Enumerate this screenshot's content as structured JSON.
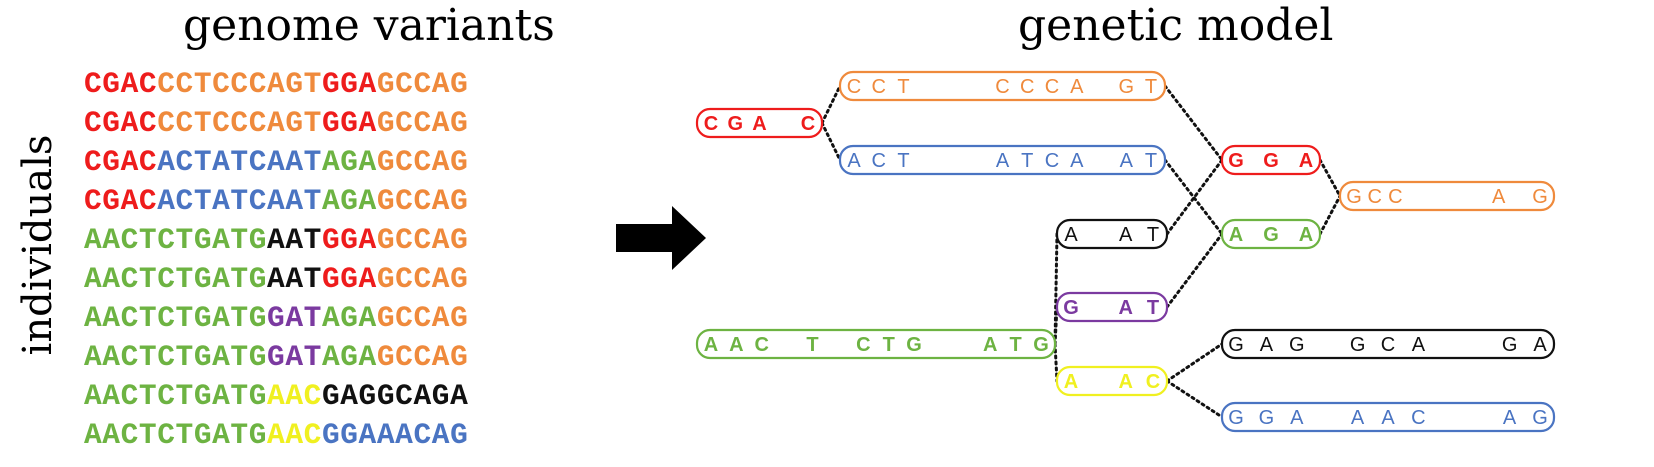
{
  "left_title": "genome variants",
  "right_title": "genetic model",
  "axis_label": "individuals",
  "colors": {
    "red": "#ee1c1c",
    "orange": "#ef8a3c",
    "blue": "#4a74c2",
    "green": "#6db342",
    "black": "#111111",
    "purple": "#7b3aa0",
    "yellow": "#f0f020"
  },
  "sequences": [
    [
      [
        "CGAC",
        "red"
      ],
      [
        "CCTCCCAGT",
        "orange"
      ],
      [
        "GGA",
        "red"
      ],
      [
        "GCCAG",
        "orange"
      ]
    ],
    [
      [
        "CGAC",
        "red"
      ],
      [
        "CCTCCCAGT",
        "orange"
      ],
      [
        "GGA",
        "red"
      ],
      [
        "GCCAG",
        "orange"
      ]
    ],
    [
      [
        "CGAC",
        "red"
      ],
      [
        "ACTATCAAT",
        "blue"
      ],
      [
        "AGA",
        "green"
      ],
      [
        "GCCAG",
        "orange"
      ]
    ],
    [
      [
        "CGAC",
        "red"
      ],
      [
        "ACTATCAAT",
        "blue"
      ],
      [
        "AGA",
        "green"
      ],
      [
        "GCCAG",
        "orange"
      ]
    ],
    [
      [
        "AACTCTGATG",
        "green"
      ],
      [
        "AAT",
        "black"
      ],
      [
        "GGA",
        "red"
      ],
      [
        "GCCAG",
        "orange"
      ]
    ],
    [
      [
        "AACTCTGATG",
        "green"
      ],
      [
        "AAT",
        "black"
      ],
      [
        "GGA",
        "red"
      ],
      [
        "GCCAG",
        "orange"
      ]
    ],
    [
      [
        "AACTCTGATG",
        "green"
      ],
      [
        "GAT",
        "purple"
      ],
      [
        "AGA",
        "green"
      ],
      [
        "GCCAG",
        "orange"
      ]
    ],
    [
      [
        "AACTCTGATG",
        "green"
      ],
      [
        "GAT",
        "purple"
      ],
      [
        "AGA",
        "green"
      ],
      [
        "GCCAG",
        "orange"
      ]
    ],
    [
      [
        "AACTCTGATG",
        "green"
      ],
      [
        "AAC",
        "yellow"
      ],
      [
        "GAGGCAGA",
        "black"
      ]
    ],
    [
      [
        "AACTCTGATG",
        "green"
      ],
      [
        "AAC",
        "yellow"
      ],
      [
        "GGAAACAG",
        "blue"
      ]
    ]
  ],
  "blocks": [
    {
      "id": "cgac",
      "color": "red",
      "bold": true,
      "letters": [
        "C",
        "G",
        "A",
        "",
        "C"
      ]
    },
    {
      "id": "cct",
      "color": "orange",
      "bold": false,
      "letters": [
        "C",
        "C",
        "T",
        "",
        "",
        "",
        "C",
        "C",
        "C",
        "A",
        "",
        "G",
        "T"
      ]
    },
    {
      "id": "act",
      "color": "blue",
      "bold": false,
      "letters": [
        "A",
        "C",
        "T",
        "",
        "",
        "",
        "A",
        "T",
        "C",
        "A",
        "",
        "A",
        "T"
      ]
    },
    {
      "id": "gga",
      "color": "red",
      "bold": true,
      "letters": [
        "G",
        "G",
        "A"
      ]
    },
    {
      "id": "gcc",
      "color": "orange",
      "bold": false,
      "letters": [
        "G",
        "C",
        "C",
        "",
        "",
        "",
        "",
        "A",
        "",
        "G"
      ]
    },
    {
      "id": "aat",
      "color": "black",
      "bold": false,
      "letters": [
        "A",
        "",
        "A",
        "T"
      ]
    },
    {
      "id": "aga",
      "color": "green",
      "bold": true,
      "letters": [
        "A",
        "G",
        "A"
      ]
    },
    {
      "id": "gat",
      "color": "purple",
      "bold": true,
      "letters": [
        "G",
        "",
        "A",
        "T"
      ]
    },
    {
      "id": "aact",
      "color": "green",
      "bold": true,
      "letters": [
        "A",
        "A",
        "C",
        "",
        "T",
        "",
        "C",
        "T",
        "G",
        "",
        "",
        "A",
        "T",
        "G"
      ]
    },
    {
      "id": "aac",
      "color": "yellow",
      "bold": true,
      "letters": [
        "A",
        "",
        "A",
        "C"
      ]
    },
    {
      "id": "gag",
      "color": "black",
      "bold": false,
      "letters": [
        "G",
        "A",
        "G",
        "",
        "G",
        "C",
        "A",
        "",
        "",
        "G",
        "A"
      ]
    },
    {
      "id": "gga2",
      "color": "blue",
      "bold": false,
      "letters": [
        "G",
        "G",
        "A",
        "",
        "A",
        "A",
        "C",
        "",
        "",
        "A",
        "G"
      ]
    }
  ],
  "edges": [
    [
      "cgac",
      "cct"
    ],
    [
      "cgac",
      "act"
    ],
    [
      "cct",
      "gga"
    ],
    [
      "act",
      "aga"
    ],
    [
      "aat",
      "gga"
    ],
    [
      "gat",
      "aga"
    ],
    [
      "gga",
      "gcc"
    ],
    [
      "aga",
      "gcc"
    ],
    [
      "aact",
      "aat"
    ],
    [
      "aact",
      "gat"
    ],
    [
      "aact",
      "aac"
    ],
    [
      "aac",
      "gag"
    ],
    [
      "aac",
      "gga2"
    ]
  ]
}
